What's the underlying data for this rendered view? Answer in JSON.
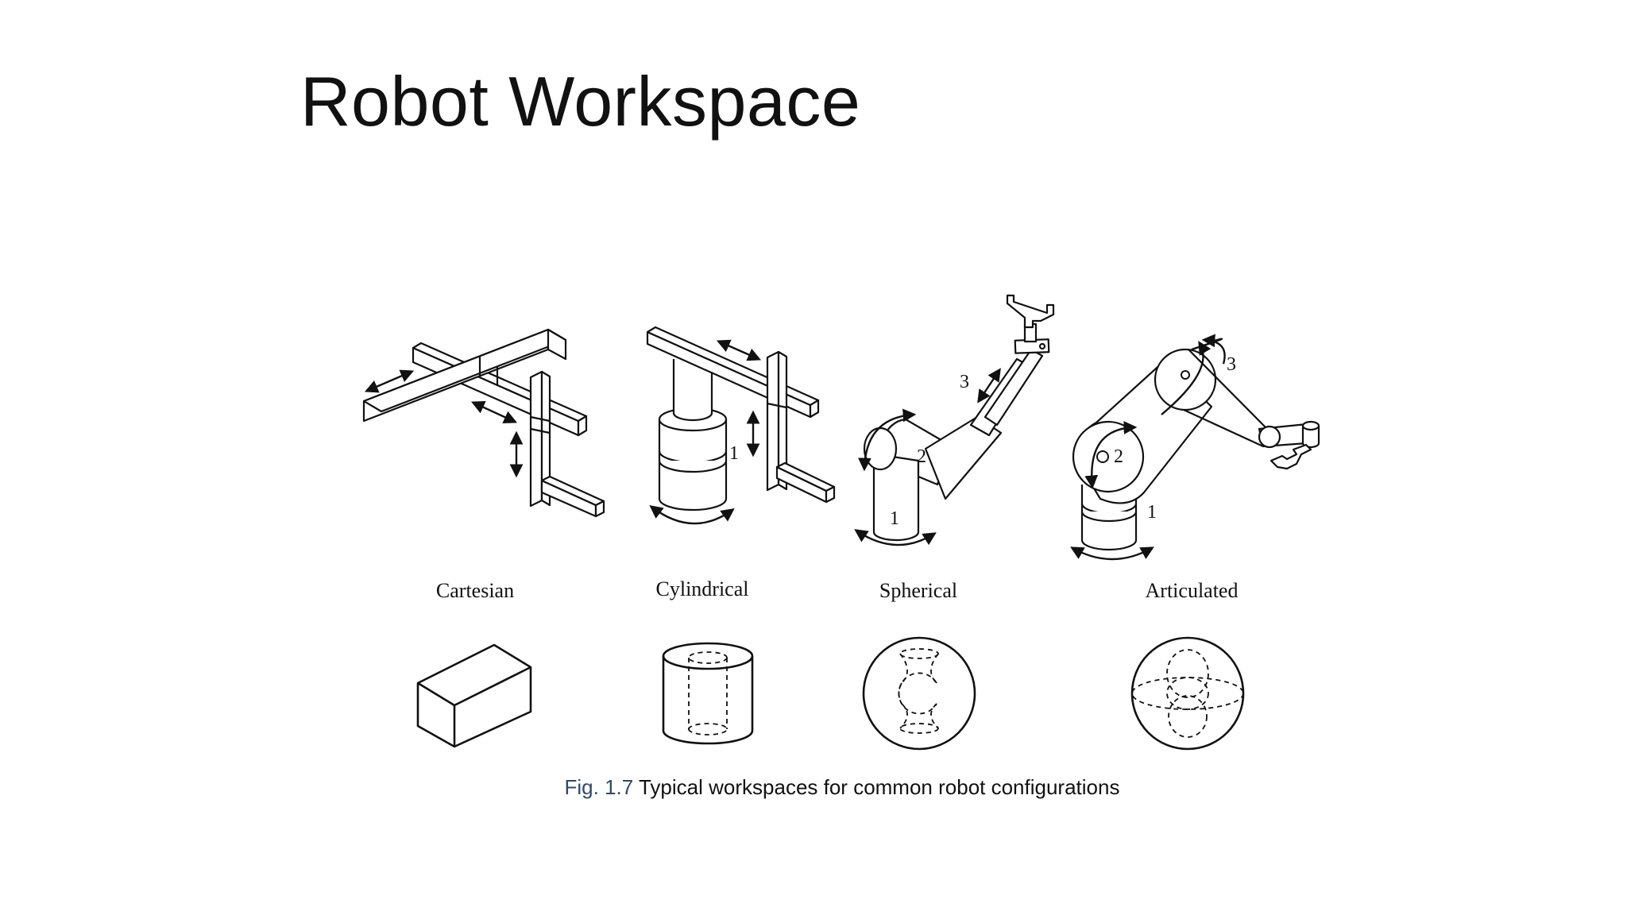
{
  "slide": {
    "title": "Robot Workspace"
  },
  "figure": {
    "configurations": [
      {
        "label": "Cartesian",
        "workspace_shape": "rectangular-box"
      },
      {
        "label": "Cylindrical",
        "workspace_shape": "hollow-cylinder"
      },
      {
        "label": "Spherical",
        "workspace_shape": "hollow-sphere"
      },
      {
        "label": "Articulated",
        "workspace_shape": "sphere-with-inner-void"
      }
    ],
    "joint_labels": {
      "cylindrical_1": "1",
      "spherical_1": "1",
      "spherical_2": "2",
      "spherical_3": "3",
      "articulated_1": "1",
      "articulated_2": "2",
      "articulated_3": "3"
    },
    "caption": {
      "number": "Fig. 1.7",
      "text": "Typical workspaces for common robot configurations"
    }
  },
  "colors": {
    "line": "#111111",
    "caption_number": "#2f4a6e",
    "background": "#ffffff"
  }
}
